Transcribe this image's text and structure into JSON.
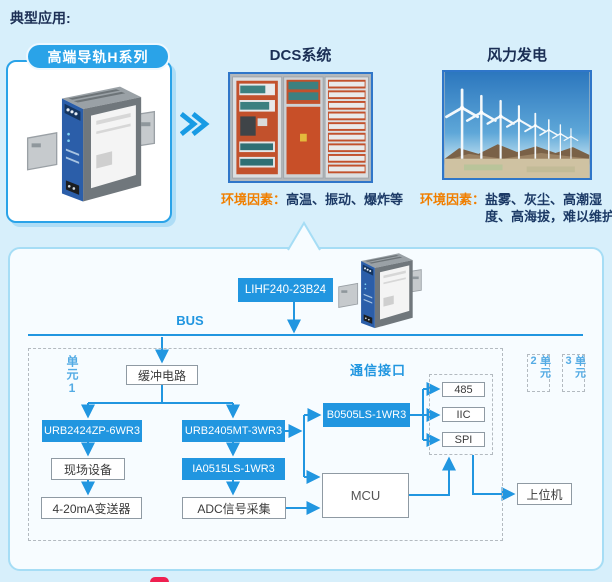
{
  "heading": "典型应用:",
  "top_row": {
    "series_badge": "高端导轨H系列",
    "dcs": {
      "title": "DCS系统",
      "env_label": "环境因素：",
      "env_text": "高温、振动、爆炸等"
    },
    "wind": {
      "title": "风力发电",
      "env_label": "环境因素：",
      "env_text": "盐雾、灰尘、高潮湿度、高海拔，难以维护"
    }
  },
  "diagram": {
    "model": "LIHF240-23B24",
    "bus": "BUS",
    "comm_interface": "通信接口",
    "units": {
      "u1": "单元1",
      "u2": "单元2",
      "u3": "单元3"
    },
    "blocks": {
      "buffer": "缓冲电路",
      "dc_left": "URB2424ZP-6WR3",
      "dc_right": "URB2405MT-3WR3",
      "field": "现场设备",
      "iso": "IA0515LS-1WR3",
      "transmitter": "4-20mA变送器",
      "adc": "ADC信号采集",
      "comm_dc": "B0505LS-1WR3",
      "mcu": "MCU",
      "p485": "485",
      "iic": "IIC",
      "spi": "SPI",
      "host": "上位机"
    }
  },
  "colors": {
    "accent": "#2196e0",
    "badge_blue": "#2aa3e8",
    "env_label_orange": "#f07f00",
    "title_navy": "#1c2f55",
    "container_border": "#a6ddf5"
  }
}
